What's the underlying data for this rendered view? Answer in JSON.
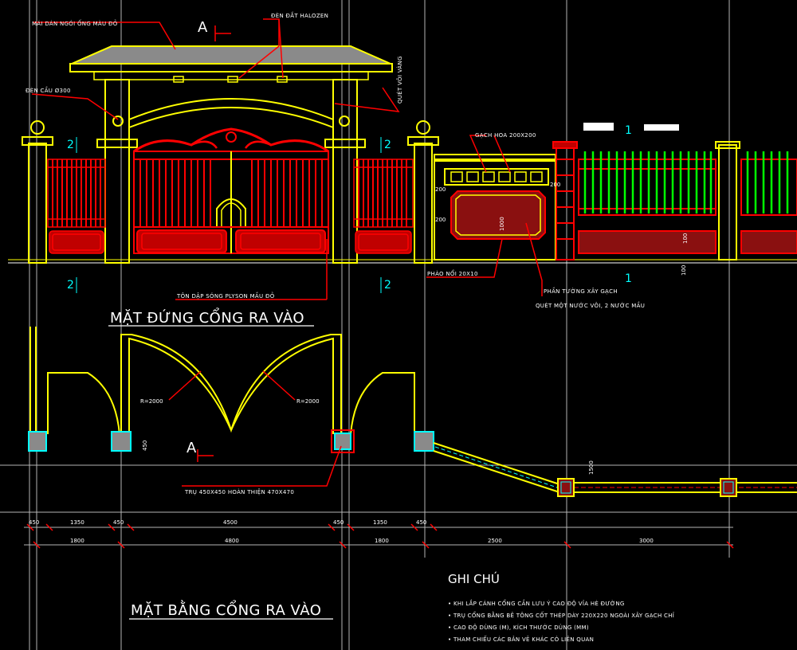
{
  "colors": {
    "background": "#000000",
    "structure": "#ffff00",
    "steel": "#ff0000",
    "fence_green": "#00ff00",
    "leader": "#ff0000",
    "grid": "#bbbbbb",
    "section_marks": "#00ffff",
    "text": "#ffffff"
  },
  "elevation": {
    "title": "MẶT ĐỨNG CỔNG RA VÀO",
    "section_mark": "A",
    "labels": {
      "roof": "MÁI DÁN NGÓI ỐNG MÀU ĐỎ",
      "lights": "ĐÈN ĐẮT HALOZEN",
      "sign": "QUÉT VÔI VÀNG",
      "pillar_light": "ĐÈN CẦU Ø300",
      "gate_panel": "TÔN DẬP SÓNG PLYSON MẦU ĐỎ",
      "brick_pattern": "GẠCH HOA 200X200",
      "cornice": "PHÀO NỔI 20X10",
      "wall_finish": "PHẦN TƯỜNG XÂY GẠCH",
      "paint_note": "QUÉT MỘT NƯỚC VÔI, 2 NƯỚC MẦU"
    },
    "section_tags": [
      "2",
      "2",
      "2",
      "2",
      "1",
      "1"
    ],
    "dims": [
      "1000",
      "200",
      "200",
      "200",
      "100",
      "100"
    ]
  },
  "plan": {
    "title": "MẶT BẰNG CỔNG RA VÀO",
    "section_mark": "A",
    "labels": {
      "radius_left": "R=2000",
      "radius_right": "R=2000",
      "column_note": "TRỤ 450X450 HOÀN THIỆN 470X470",
      "column_dim": "450",
      "fence_dim": "1500"
    },
    "dims_row1": [
      "450",
      "1350",
      "450",
      "4500",
      "450",
      "1350",
      "450"
    ],
    "dims_row2": [
      "1800",
      "4800",
      "1800",
      "2500",
      "3000"
    ]
  },
  "notes": {
    "heading": "GHI CHÚ",
    "items": [
      "KHI LẮP CÁNH CỔNG CẦN LƯU Ý CAO ĐỘ VỈA HÈ ĐƯỜNG",
      "TRỤ CỔNG BẰNG BÊ TÔNG CỐT THÉP DÀY 220X220 NGOÀI XÂY GẠCH CHỈ",
      "CAO ĐỘ DÙNG (M), KÍCH THƯỚC DÙNG (MM)",
      "THAM CHIẾU CÁC BẢN VẼ KHÁC CÓ LIÊN QUAN"
    ]
  }
}
